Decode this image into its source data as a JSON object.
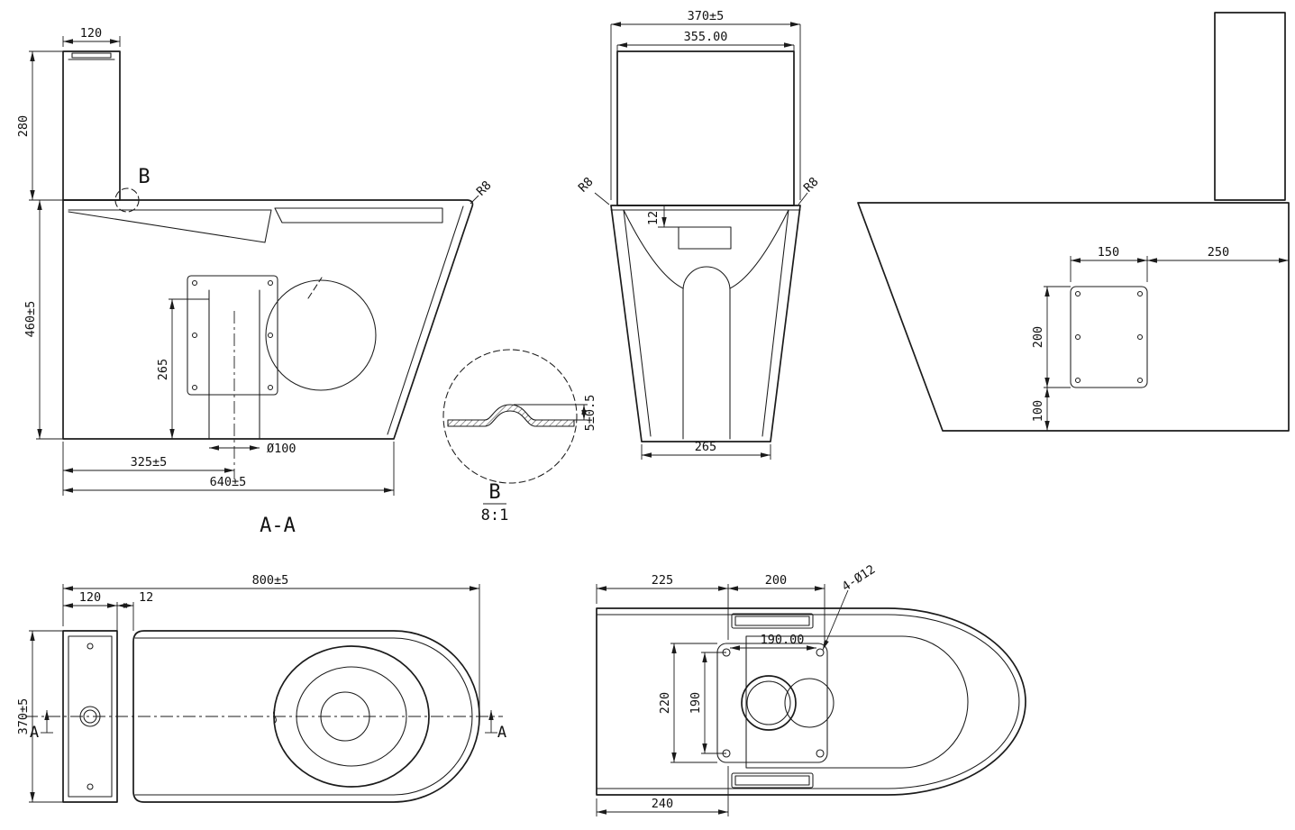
{
  "sheet": {
    "background": "#ffffff",
    "line_color": "#1b1b1b"
  },
  "views": {
    "section_aa": {
      "label": "A-A",
      "dim_tank_width": "120",
      "dim_tank_height": "280",
      "callout": "B",
      "radius_note": "R8",
      "dim_total_height": "460±5",
      "dim_trap_height": "265",
      "dim_drain_dia": "Ø100",
      "dim_drain_offset": "325±5",
      "dim_total_depth": "640±5"
    },
    "detail_b": {
      "label": "B",
      "scale": "8:1",
      "dim_thickness": "5±0.5"
    },
    "front": {
      "dim_overall_width": "370±5",
      "dim_tank_width": "355.00",
      "radius_left": "R8",
      "radius_right": "R8",
      "dim_rim_drop": "12",
      "dim_base_width": "265"
    },
    "rear": {
      "dim_plate_width": "150",
      "dim_right_offset": "250",
      "dim_plate_height": "200",
      "dim_bottom_offset": "100"
    },
    "top": {
      "dim_overall_length": "800±5",
      "dim_tank_depth": "120",
      "dim_gap": "12",
      "dim_overall_width": "370±5",
      "section_left": "A",
      "section_right": "A"
    },
    "bottom": {
      "dim_front_offset": "225",
      "dim_plate_length": "200",
      "hole_note": "4-Ø12",
      "dim_hole_pitch": "190.00",
      "dim_plate_width": "220",
      "dim_hole_span": "190",
      "dim_rear_length": "240"
    }
  }
}
